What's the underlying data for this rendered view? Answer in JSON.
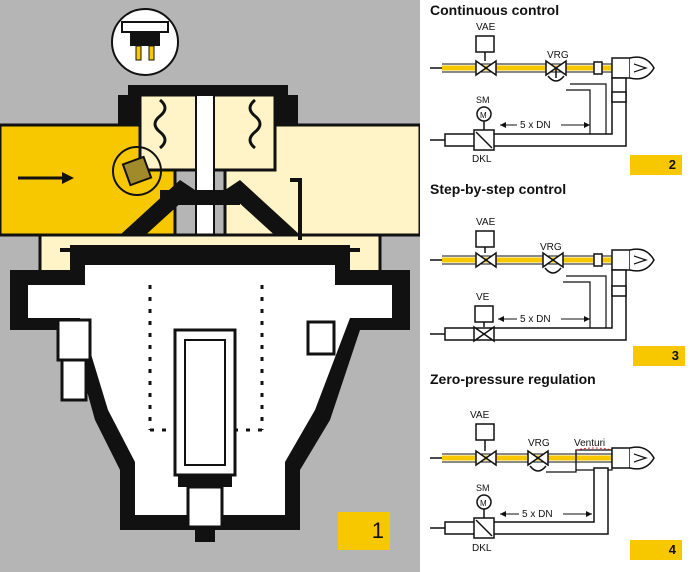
{
  "main_figure": {
    "badge": "1"
  },
  "sections": [
    {
      "title": "Continuous control",
      "badge": "2",
      "labels": {
        "vae": "VAE",
        "vrg": "VRG",
        "sm": "SM",
        "m": "M",
        "dn": "5 x DN",
        "dkl": "DKL"
      }
    },
    {
      "title": "Step-by-step control",
      "badge": "3",
      "labels": {
        "vae": "VAE",
        "vrg": "VRG",
        "ve": "VE",
        "dn": "5 x DN"
      }
    },
    {
      "title": "Zero-pressure regulation",
      "badge": "4",
      "labels": {
        "vae": "VAE",
        "vrg": "VRG",
        "venturi": "Venturi",
        "sm": "SM",
        "m": "M",
        "dn": "5 x DN",
        "dkl": "DKL"
      }
    }
  ],
  "colors": {
    "gas_yellow": "#f7c800",
    "panel_gray": "#b5b5b5",
    "line": "#111111",
    "pale_yellow": "#fff4c8"
  }
}
